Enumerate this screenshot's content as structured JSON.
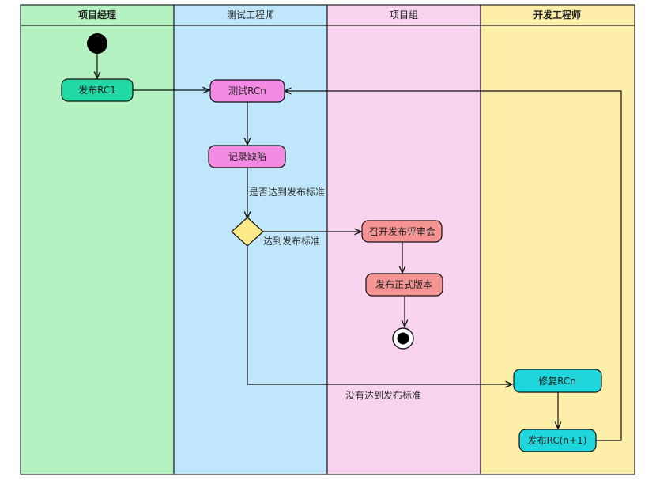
{
  "lanes": [
    {
      "id": "pm",
      "title": "项目经理",
      "bold": true,
      "fill": "#b5f2c1"
    },
    {
      "id": "qa",
      "title": "测试工程师",
      "bold": false,
      "fill": "#bfe6fb"
    },
    {
      "id": "team",
      "title": "项目组",
      "bold": false,
      "fill": "#f9d4ee"
    },
    {
      "id": "dev",
      "title": "开发工程师",
      "bold": true,
      "fill": "#fdeeaa"
    }
  ],
  "nodes": {
    "release_rc1": {
      "label": "发布RC1",
      "fill": "#23d9a3"
    },
    "test_rcn": {
      "label": "测试RCn",
      "fill": "#f38ae3"
    },
    "record_defect": {
      "label": "记录缺陷",
      "fill": "#f38ae3"
    },
    "review_meeting": {
      "label": "召开发布评审会",
      "fill": "#f59393"
    },
    "release_final": {
      "label": "发布正式版本",
      "fill": "#f59393"
    },
    "fix_rcn": {
      "label": "修复RCn",
      "fill": "#1fd6dc"
    },
    "release_rcn1": {
      "label": "发布RC(n+1)",
      "fill": "#1fd6dc"
    }
  },
  "edge_labels": {
    "check": "是否达到发布标准",
    "pass": "达到发布标准",
    "fail": "没有达到发布标准"
  },
  "colors": {
    "decision": "#fbe98a",
    "stroke": "#111111"
  }
}
